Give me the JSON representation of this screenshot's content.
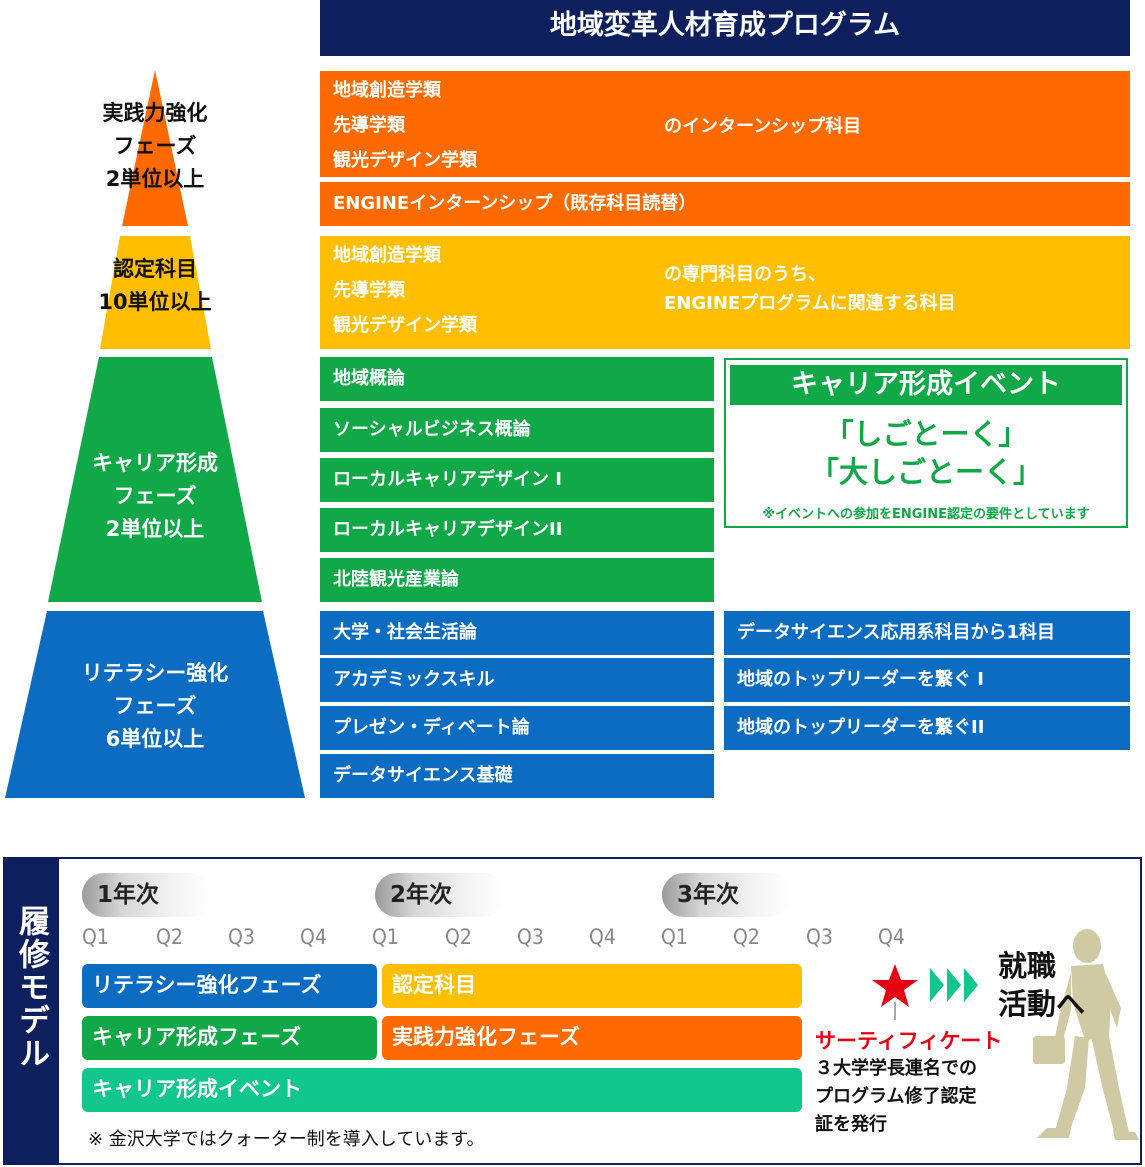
{
  "title": "地域変革人材育成プログラム",
  "colors": {
    "navy": "#0d1f5c",
    "orange": "#ff6a00",
    "yellow": "#ffbf00",
    "green": "#11a847",
    "blue": "#0b6cc1",
    "teal": "#12c78c",
    "red": "#e60012"
  },
  "pyramid": {
    "practical": [
      "実践力強化",
      "フェーズ",
      "2単位以上"
    ],
    "certified": [
      "認定科目",
      "10単位以上"
    ],
    "career": [
      "キャリア形成",
      "フェーズ",
      "2単位以上"
    ],
    "literacy": [
      "リテラシー強化",
      "フェーズ",
      "6単位以上"
    ]
  },
  "practical_box1": {
    "schools": [
      "地域創造学類",
      "先導学類",
      "観光デザイン学類"
    ],
    "suffix": "のインターンシップ科目"
  },
  "practical_box2": "ENGINEインターンシップ（既存科目読替）",
  "certified_box": {
    "schools": [
      "地域創造学類",
      "先導学類",
      "観光デザイン学類"
    ],
    "suffix": [
      "の専門科目のうち、",
      "ENGINEプログラムに関連する科目"
    ]
  },
  "career_courses": [
    "地域概論",
    "ソーシャルビジネス概論",
    "ローカルキャリアデザイン I",
    "ローカルキャリアデザインII",
    "北陸観光産業論"
  ],
  "career_event": {
    "title": "キャリア形成イベント",
    "events": [
      "「しごとーく」",
      "「大しごとーく」"
    ],
    "note": "※イベントへの参加をENGINE認定の要件としています"
  },
  "literacy_courses_left": [
    "大学・社会生活論",
    "アカデミックスキル",
    "プレゼン・ディベート論",
    "データサイエンス基礎"
  ],
  "literacy_courses_right": [
    "データサイエンス応用系科目から1科目",
    "地域のトップリーダーを繋ぐ I",
    "地域のトップリーダーを繋ぐII"
  ],
  "model": {
    "side_title": "履修モデル",
    "years": [
      "1年次",
      "2年次",
      "3年次"
    ],
    "quarters": [
      "Q1",
      "Q2",
      "Q3",
      "Q4",
      "Q1",
      "Q2",
      "Q3",
      "Q4",
      "Q1",
      "Q2",
      "Q3",
      "Q4"
    ],
    "bars": {
      "literacy": "リテラシー強化フェーズ",
      "certified": "認定科目",
      "career": "キャリア形成フェーズ",
      "practical": "実践力強化フェーズ",
      "event": "キャリア形成イベント"
    },
    "note": "※ 金沢大学ではクォーター制を導入しています。",
    "certificate_title": "サーティフィケート",
    "certificate_lines": [
      "３大学学長連名での",
      "プログラム修了認定",
      "証を発行"
    ],
    "job_lines": [
      "就職",
      "活動へ"
    ]
  }
}
